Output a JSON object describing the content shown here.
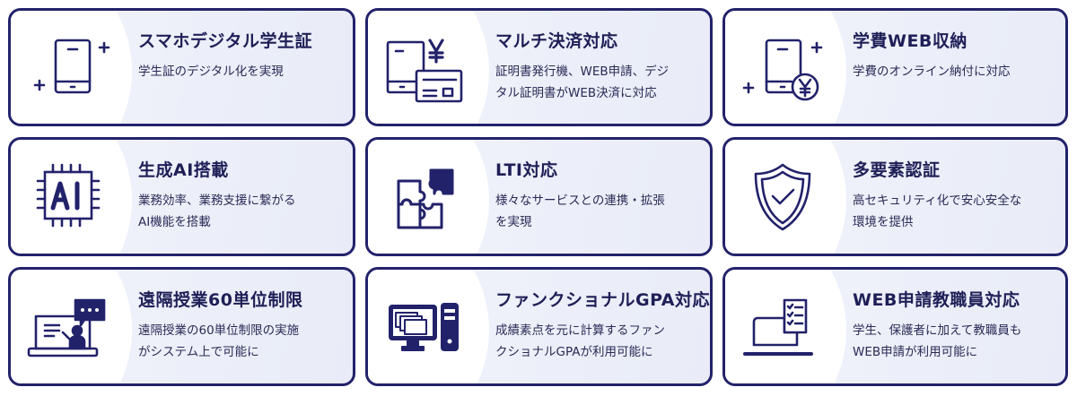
{
  "theme": {
    "navy": "#22226b",
    "text": "#1f1f57",
    "card_bg": "#eceff9",
    "white": "#ffffff"
  },
  "features": [
    {
      "icon": "smartphone-sparkle-icon",
      "title": "スマホデジタル学生証",
      "description": "学生証のデジタル化を実現"
    },
    {
      "icon": "phone-card-yen-icon",
      "title": "マルチ決済対応",
      "description": "証明書発行機、WEB申請、デジ\nタル証明書がWEB決済に対応"
    },
    {
      "icon": "phone-yen-coin-icon",
      "title": "学費WEB収納",
      "description": "学費のオンライン納付に対応"
    },
    {
      "icon": "ai-chip-icon",
      "title": "生成AI搭載",
      "description": "業務効率、業務支援に繋がる\nAI機能を搭載"
    },
    {
      "icon": "puzzle-icon",
      "title": "LTI対応",
      "description": "様々なサービスとの連携・拡張\nを実現"
    },
    {
      "icon": "shield-check-icon",
      "title": "多要素認証",
      "description": "高セキュリティ化で安心安全な\n環境を提供"
    },
    {
      "icon": "online-lecture-icon",
      "title": "遠隔授業60単位制限",
      "description": "遠隔授業の60単位制限の実施\nがシステム上で可能に"
    },
    {
      "icon": "desktop-computer-icon",
      "title": "ファンクショナルGPA対応",
      "description": "成績素点を元に計算するファン\nクショナルGPAが利用可能に"
    },
    {
      "icon": "laptop-checklist-icon",
      "title": "WEB申請教職員対応",
      "description": "学生、保護者に加えて教職員も\nWEB申請が利用可能に"
    }
  ]
}
